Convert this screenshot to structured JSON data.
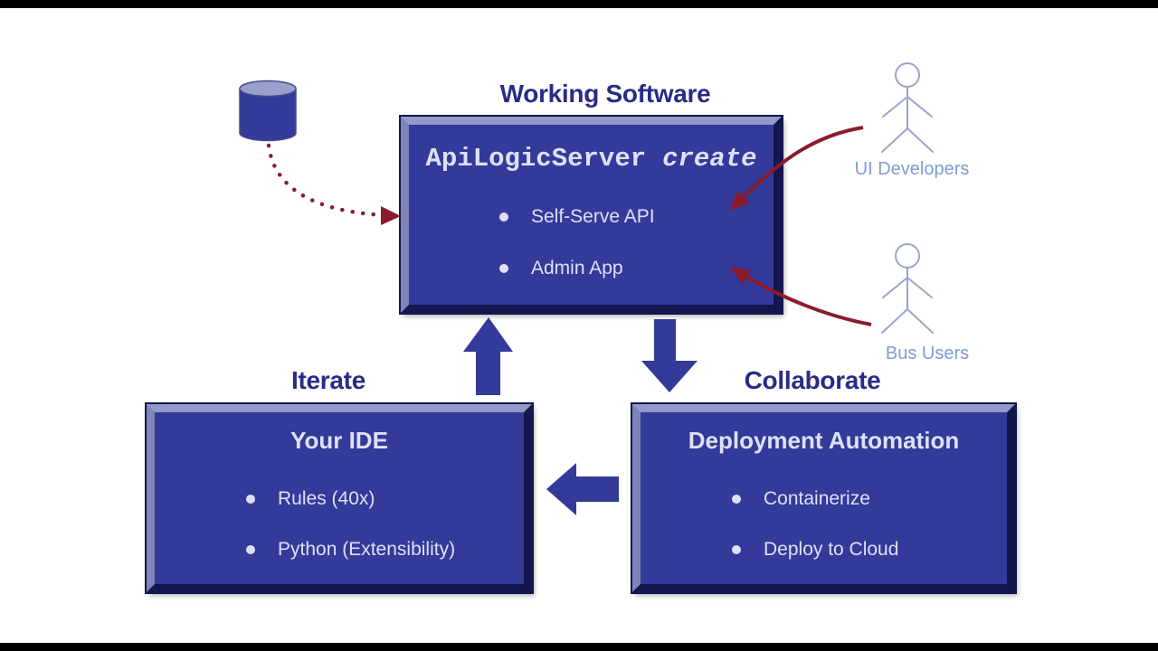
{
  "colors": {
    "background": "#ffffff",
    "letterbox": "#000000",
    "box-fill": "#333a9a",
    "bevel-light": "#9298c8",
    "bevel-mid": "#7e84b8",
    "bevel-dark": "#14164e",
    "text-light": "#dde1f6",
    "text-navy": "#282c85",
    "maroon": "#8c1b2c",
    "actor-stroke": "#9aa5cb",
    "actor-label": "#7e9cd6",
    "cylinder-top": "#9aa0ce",
    "cylinder-outline": "#464b86"
  },
  "working_software": {
    "title": "Working Software",
    "command": "ApiLogicServer",
    "command_arg": "create",
    "bullets": [
      "Self-Serve API",
      "Admin App"
    ]
  },
  "iterate": {
    "label": "Iterate",
    "box_title": "Your IDE",
    "bullets": [
      "Rules (40x)",
      "Python (Extensibility)"
    ]
  },
  "collaborate": {
    "label": "Collaborate",
    "box_title": "Deployment Automation",
    "bullets": [
      "Containerize",
      "Deploy to Cloud"
    ]
  },
  "actors": {
    "ui_developers": {
      "label": "UI Developers"
    },
    "bus_users": {
      "label": "Bus Users"
    }
  },
  "icons": {
    "database": "database-cylinder-icon",
    "ui_developer": "person-stick-figure-icon",
    "bus_user": "person-stick-figure-icon",
    "flow_up": "arrow-up-icon",
    "flow_down": "arrow-down-icon",
    "flow_left": "arrow-left-icon",
    "database_to_server": "dotted-curved-arrow-icon",
    "actor_to_server": "curved-arrow-icon"
  }
}
